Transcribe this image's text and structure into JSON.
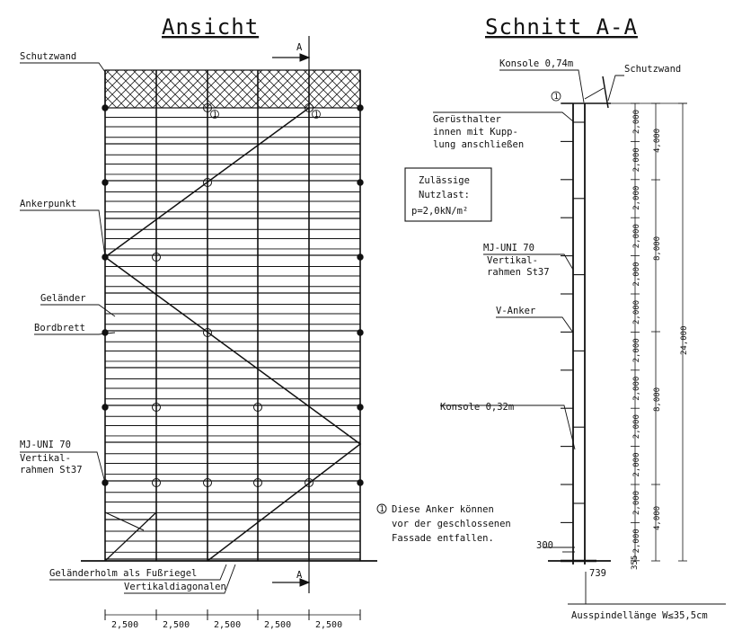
{
  "titles": {
    "view": "Ansicht",
    "section": "Schnitt A-A"
  },
  "view_labels": {
    "section_marker": "A",
    "schutzwand": "Schutzwand",
    "ankerpunkt": "Ankerpunkt",
    "gelaender": "Geländer",
    "bordbrett": "Bordbrett",
    "frame_type": "MJ-UNI 70",
    "frame_desc_1": "Vertikal-",
    "frame_desc_2": "rahmen St37",
    "footrail": "Geländerholm als Fußriegel",
    "diagonals": "Vertikaldiagonalen",
    "anchor_marker": "1"
  },
  "bay_widths": [
    "2,500",
    "2,500",
    "2,500",
    "2,500",
    "2,500"
  ],
  "section_labels": {
    "console_top": "Konsole 0,74m",
    "schutzwand": "Schutzwand",
    "holder_1": "Gerüsthalter",
    "holder_2": "innen mit Kupp-",
    "holder_3": "lung anschließen",
    "load_1": "Zulässige",
    "load_2": "Nutzlast:",
    "load_3": "p=2,0kN/m²",
    "frame_type": "MJ-UNI 70",
    "frame_desc_1": "Vertikal-",
    "frame_desc_2": "rahmen St37",
    "v_anchor": "V-Anker",
    "console_low": "Konsole 0,32m",
    "dim_300": "300",
    "dim_355": "355",
    "dim_739": "739",
    "spindle": "Ausspindellänge W≤35,5cm",
    "anchor_marker": "1"
  },
  "heights": {
    "level_dims": [
      "2,000",
      "2,000",
      "2,000",
      "2,000",
      "2,000",
      "2,000",
      "2,000",
      "2,000",
      "2,000",
      "2,000",
      "2,000",
      "2,000"
    ],
    "group_dims": [
      "4,000",
      "8,000",
      "8,000",
      "4,000"
    ],
    "total": "24,000"
  },
  "note": {
    "marker": "1",
    "line_1": "Diese Anker können",
    "line_2": "vor der geschlossenen",
    "line_3": "Fassade entfallen."
  }
}
